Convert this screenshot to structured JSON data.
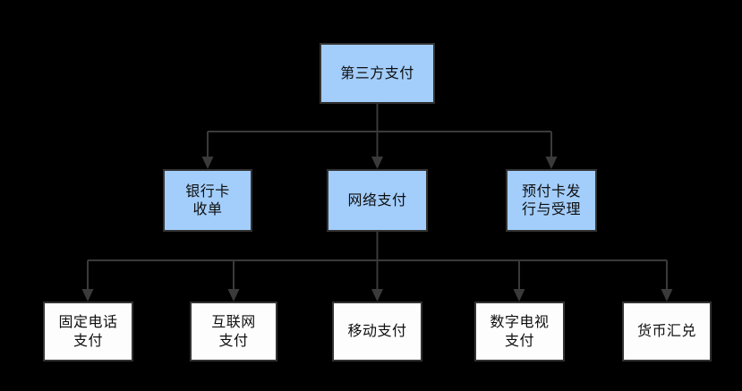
{
  "diagram": {
    "type": "tree",
    "title_node": "第三方支付",
    "background_color": "#000000",
    "level1_fill": "#a3cefc",
    "level2_fill": "#a3cefc",
    "level3_fill": "#fdfdfd",
    "border_color": "#333333",
    "edge_color": "#3a3a3a",
    "nodes": {
      "root": {
        "label": "第三方支付"
      },
      "level2": [
        {
          "label": "银行卡\n收单"
        },
        {
          "label": "网络支付"
        },
        {
          "label": "预付卡发\n行与受理"
        }
      ],
      "level3": [
        {
          "label": "固定电话\n支付"
        },
        {
          "label": "互联网\n支付"
        },
        {
          "label": "移动支付"
        },
        {
          "label": "数字电视\n支付"
        },
        {
          "label": "货币汇兑"
        }
      ]
    }
  }
}
